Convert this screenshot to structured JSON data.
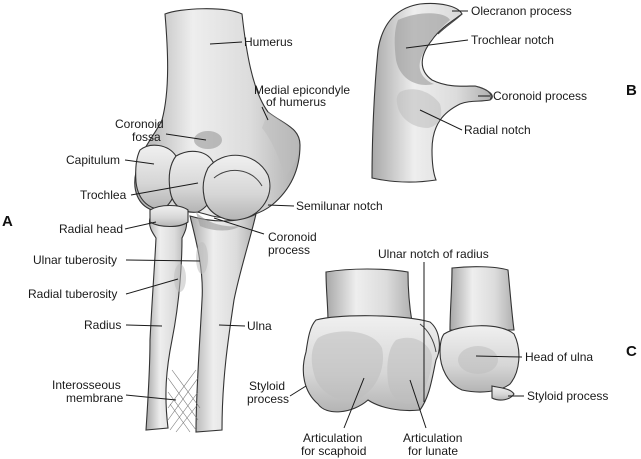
{
  "colors": {
    "bone_light": "#eeeeee",
    "bone_mid": "#cfcfcf",
    "bone_dark": "#a8a8a8",
    "outline": "#333333",
    "label": "#1a1a1a",
    "background": "#ffffff"
  },
  "panels": {
    "a": "A",
    "b": "B",
    "c": "C"
  },
  "labels": {
    "humerus": "Humerus",
    "medial_epicondyle_1": "Medial epicondyle",
    "medial_epicondyle_2": "of humerus",
    "coronoid_fossa_1": "Coronoid",
    "coronoid_fossa_2": "fossa",
    "capitulum": "Capitulum",
    "trochlea": "Trochlea",
    "semilunar_notch": "Semilunar notch",
    "radial_head": "Radial head",
    "coronoid_process_a_1": "Coronoid",
    "coronoid_process_a_2": "process",
    "ulnar_tuberosity": "Ulnar tuberosity",
    "radial_tuberosity": "Radial tuberosity",
    "radius": "Radius",
    "ulna": "Ulna",
    "interosseous_1": "Interosseous",
    "interosseous_2": "membrane",
    "olecranon_process": "Olecranon process",
    "trochlear_notch": "Trochlear notch",
    "coronoid_process_b": "Coronoid process",
    "radial_notch": "Radial notch",
    "ulnar_notch_of_radius": "Ulnar notch of radius",
    "head_of_ulna": "Head of ulna",
    "styloid_process_left_1": "Styloid",
    "styloid_process_left_2": "process",
    "styloid_process_right": "Styloid process",
    "articulation_scaphoid_1": "Articulation",
    "articulation_scaphoid_2": "for scaphoid",
    "articulation_lunate_1": "Articulation",
    "articulation_lunate_2": "for lunate"
  }
}
